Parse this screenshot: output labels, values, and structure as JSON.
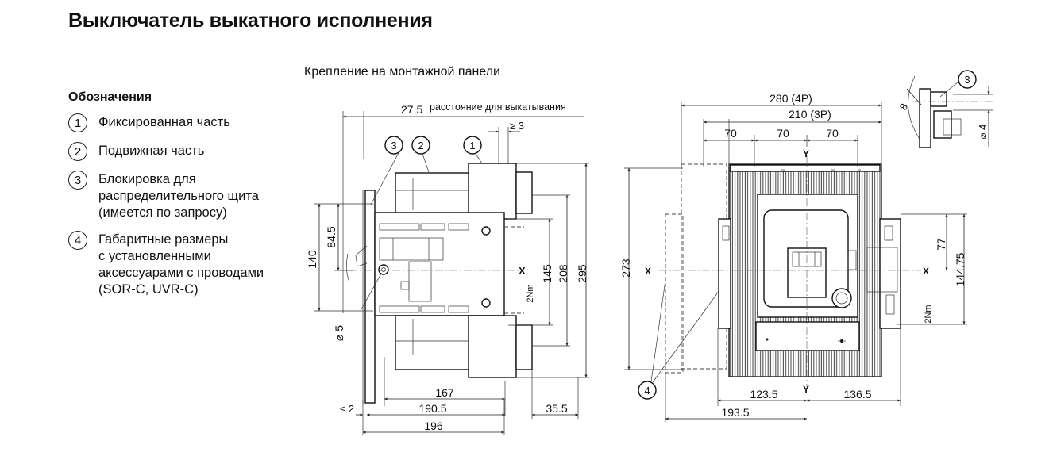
{
  "title": "Выключатель выкатного исполнения",
  "subtitle": "Крепление на монтажной панели",
  "legend": {
    "title": "Обозначения",
    "items": [
      {
        "num": "1",
        "text": "Фиксированная часть"
      },
      {
        "num": "2",
        "text": "Подвижная часть"
      },
      {
        "num": "3",
        "text": "Блокировка для\nраспределительного щита\n(имеется по запросу)"
      },
      {
        "num": "4",
        "text": "Габаритные размеры\nс установленными\nаксессуарами с проводами\n(SOR-C, UVR-C)"
      }
    ]
  },
  "side_view": {
    "draw_out_dim": "27.5",
    "draw_out_label": "расстояние для выкатывания",
    "gap": "≥ 3",
    "callouts": [
      "3",
      "2",
      "1"
    ],
    "d_140": "140",
    "d_84_5": "84.5",
    "d_145": "145",
    "d_208": "208",
    "d_295": "295",
    "torque": "2Nm",
    "axis_x": "X",
    "hole": "⌀ 5",
    "d_167": "167",
    "d_190_5": "190.5",
    "d_35_5": "35.5",
    "d_le2": "≤ 2",
    "d_196": "196"
  },
  "front_view": {
    "d_280": "280 (4P)",
    "d_210": "210 (3P)",
    "d_70a": "70",
    "d_70b": "70",
    "d_70c": "70",
    "axis_y_top": "Y",
    "axis_y_bottom": "Y",
    "d_273": "273",
    "axis_x_left": "X",
    "axis_x_right": "X",
    "d_77": "77",
    "d_144_75": "144.75",
    "torque": "2Nm",
    "callout4": "4",
    "d_123_5": "123.5",
    "d_136_5": "136.5",
    "d_193_5": "193.5"
  },
  "detail": {
    "callout": "3",
    "d_8": "8",
    "hole": "⌀ 4"
  }
}
